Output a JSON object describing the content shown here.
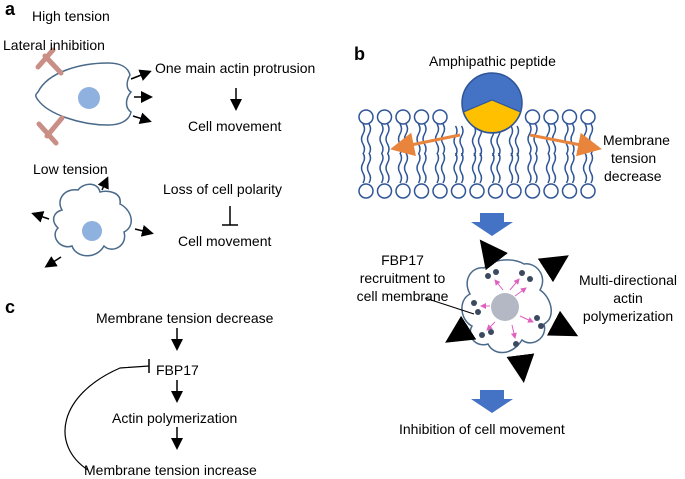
{
  "panels": {
    "a": "a",
    "b": "b",
    "c": "c"
  },
  "panel_a": {
    "high_tension": "High tension",
    "lateral_inhibition": "Lateral inhibition",
    "one_main_protrusion": "One main actin protrusion",
    "cell_movement_top": "Cell movement",
    "low_tension": "Low tension",
    "loss_of_polarity": "Loss of cell polarity",
    "cell_movement_bottom": "Cell movement"
  },
  "panel_b": {
    "amphipathic_peptide": "Amphipathic peptide",
    "membrane_tension_decrease": [
      "Membrane",
      "tension",
      "decrease"
    ],
    "fbp17_recruitment": [
      "FBP17",
      "recruitment to",
      "cell membrane"
    ],
    "multi_directional": [
      "Multi-directional",
      "actin",
      "polymerization"
    ],
    "inhibition": "Inhibition of cell movement"
  },
  "panel_c": {
    "membrane_tension_decrease": "Membrane tension decrease",
    "fbp17": "FBP17",
    "actin_polymerization": "Actin polymerization",
    "membrane_tension_increase": "Membrane tension increase"
  },
  "colors": {
    "cell_outline": "#4a6a8a",
    "nucleus_blue": "#8fb1e0",
    "inhibition_red": "#c98f86",
    "peptide_blue": "#4472c4",
    "peptide_yellow": "#ffc000",
    "lipid_blue": "#2f5597",
    "orange_arrow": "#e8843c",
    "block_arrow": "#4472c4",
    "pink_arrow": "#e060c0",
    "grey_nucleus": "#b4b8c4"
  }
}
